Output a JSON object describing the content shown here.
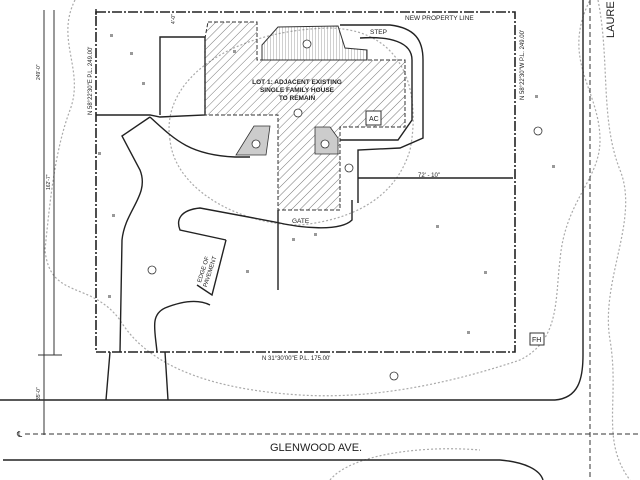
{
  "labels": {
    "new_property_line": "NEW PROPERTY LINE",
    "step": "STEP",
    "lot_line1": "LOT 1: ADJACENT EXISTING",
    "lot_line2": "SINGLE FAMILY HOUSE",
    "lot_line3": "TO REMAIN",
    "ac": "AC",
    "dimension_72": "72' - 10\"",
    "gate": "GATE",
    "edge_line1": "EDGE OF",
    "edge_line2": "PAVEMENT",
    "south_bearing": "N 31°30'00\"E   P.L. 175.00'",
    "west_bearing": "N 58°22'30\"E   P.L. 249.00'",
    "east_bearing": "N 58°22'30\"W   P.L. 249.00'",
    "street_south": "GLENWOOD AVE.",
    "street_east": "LAURE",
    "fh": "FH",
    "dim_249": "249'-0\"",
    "dim_162": "162'-7\"",
    "dim_35": "35'-0\"",
    "dim_4": "4'-0\"",
    "centerline": "℄"
  },
  "colors": {
    "line": "#222222",
    "hatch_fill": "#dddddd",
    "tree_outline": "#aaaaaa"
  }
}
